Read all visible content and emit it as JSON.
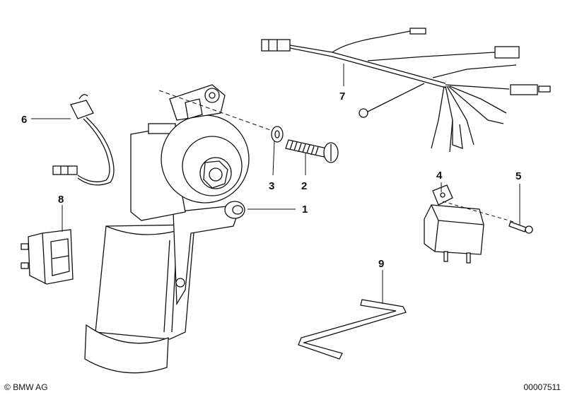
{
  "callouts": [
    {
      "id": "1",
      "label": "1"
    },
    {
      "id": "2",
      "label": "2"
    },
    {
      "id": "3",
      "label": "3"
    },
    {
      "id": "4",
      "label": "4"
    },
    {
      "id": "5",
      "label": "5"
    },
    {
      "id": "6",
      "label": "6"
    },
    {
      "id": "7",
      "label": "7"
    },
    {
      "id": "8",
      "label": "8"
    },
    {
      "id": "9",
      "label": "9"
    }
  ],
  "footer": {
    "copyright": "BMW AG",
    "diagram_id": "00007511"
  }
}
